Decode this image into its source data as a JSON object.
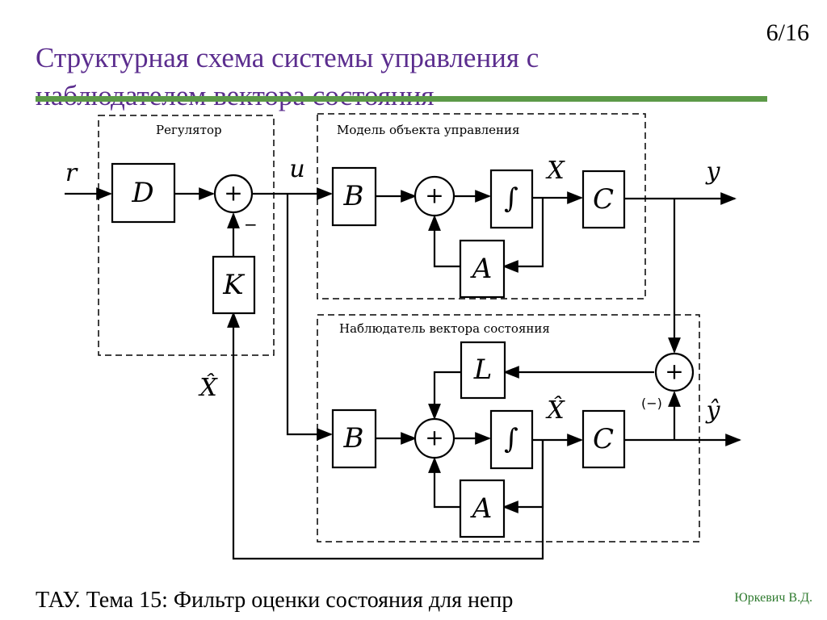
{
  "page_number": "6/16",
  "title": "Структурная схема системы управления с наблюдателем вектора состояния",
  "footer": "ТАУ. Тема 15: Фильтр оценки состояния для непр",
  "author": "Юркевич В.Д.",
  "accent_colors": {
    "title": "#5b2d8e",
    "rule": "#5c9a48",
    "author": "#2e7a2e"
  },
  "diagram": {
    "groups": {
      "regulator": "Регулятор",
      "plant_model": "Модель объекта управления",
      "observer": "Наблюдатель вектора состояния"
    },
    "blocks": {
      "D": "D",
      "K": "K",
      "B": "B",
      "C": "C",
      "A": "A",
      "integrator": "∫",
      "L": "L"
    },
    "summer": "+",
    "signals": {
      "r": "r",
      "u": "u",
      "X": "X",
      "y": "y",
      "x_hat": "X̂",
      "y_hat": "ŷ"
    },
    "sign_minus": "−",
    "sign_paren_minus": "(−)"
  }
}
